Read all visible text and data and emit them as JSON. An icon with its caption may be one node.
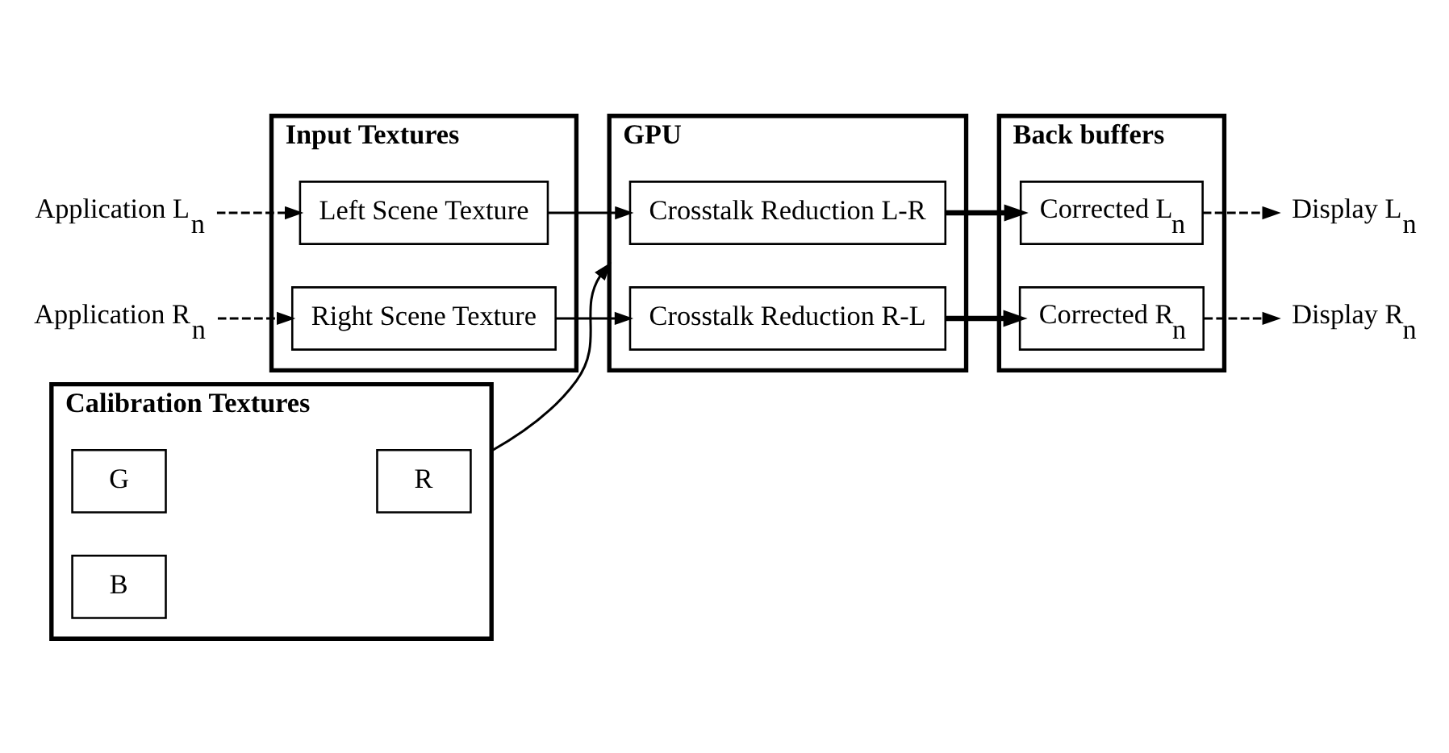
{
  "diagram": {
    "nodes": [
      {
        "text": [
          "Calibration Textures"
        ]
      },
      {
        "text": [
          "R"
        ],
        "in": 0
      },
      {
        "text": [
          "G"
        ],
        "in": 0
      },
      {
        "text": [
          "B"
        ],
        "in": 0
      },
      {
        "text": [
          "Input Textures"
        ]
      },
      {
        "text": [
          "Left Scene Texture"
        ],
        "in": 4
      },
      {
        "text": [
          "Right Scene Texture"
        ],
        "in": 4
      },
      {
        "text": [
          "GPU"
        ]
      },
      {
        "text": [
          "Crosstalk Reduction L-R"
        ],
        "in": 7
      },
      {
        "text": [
          "Crosstalk Reduction R-L"
        ],
        "in": 7
      },
      {
        "text": [
          "Back buffers"
        ]
      },
      {
        "text": [
          "Corrected L$_{n}$"
        ],
        "in": 10
      },
      {
        "text": [
          "Corrected R$_{n}$"
        ],
        "in": 10
      },
      {
        "text": [
          "Application L$_{n}$"
        ]
      },
      {
        "text": [
          "Application R$_{n}$"
        ]
      },
      {
        "text": [
          "Display L$_{n}$"
        ]
      },
      {
        "text": [
          "Display R$_{n}$"
        ]
      }
    ],
    "edges": [
      {
        "from": 13,
        "to": 5,
        "arrow": "to",
        "style": "dashed"
      },
      {
        "from": 14,
        "to": 6,
        "arrow": "to",
        "style": "dashed"
      },
      {
        "from": 0,
        "to": 7,
        "arrow": "to"
      },
      {
        "from": 5,
        "to": 8,
        "arrow": "to"
      },
      {
        "from": 6,
        "to": 9,
        "arrow": "to"
      },
      {
        "from": 8,
        "to": 11,
        "arrow": "to",
        "style": "thick"
      },
      {
        "from": 9,
        "to": 12,
        "arrow": "to",
        "style": "thick"
      },
      {
        "from": 11,
        "to": 15,
        "arrow": "to",
        "style": "dashed"
      },
      {
        "from": 12,
        "to": 16,
        "arrow": "to",
        "style": "dashed"
      }
    ]
  }
}
